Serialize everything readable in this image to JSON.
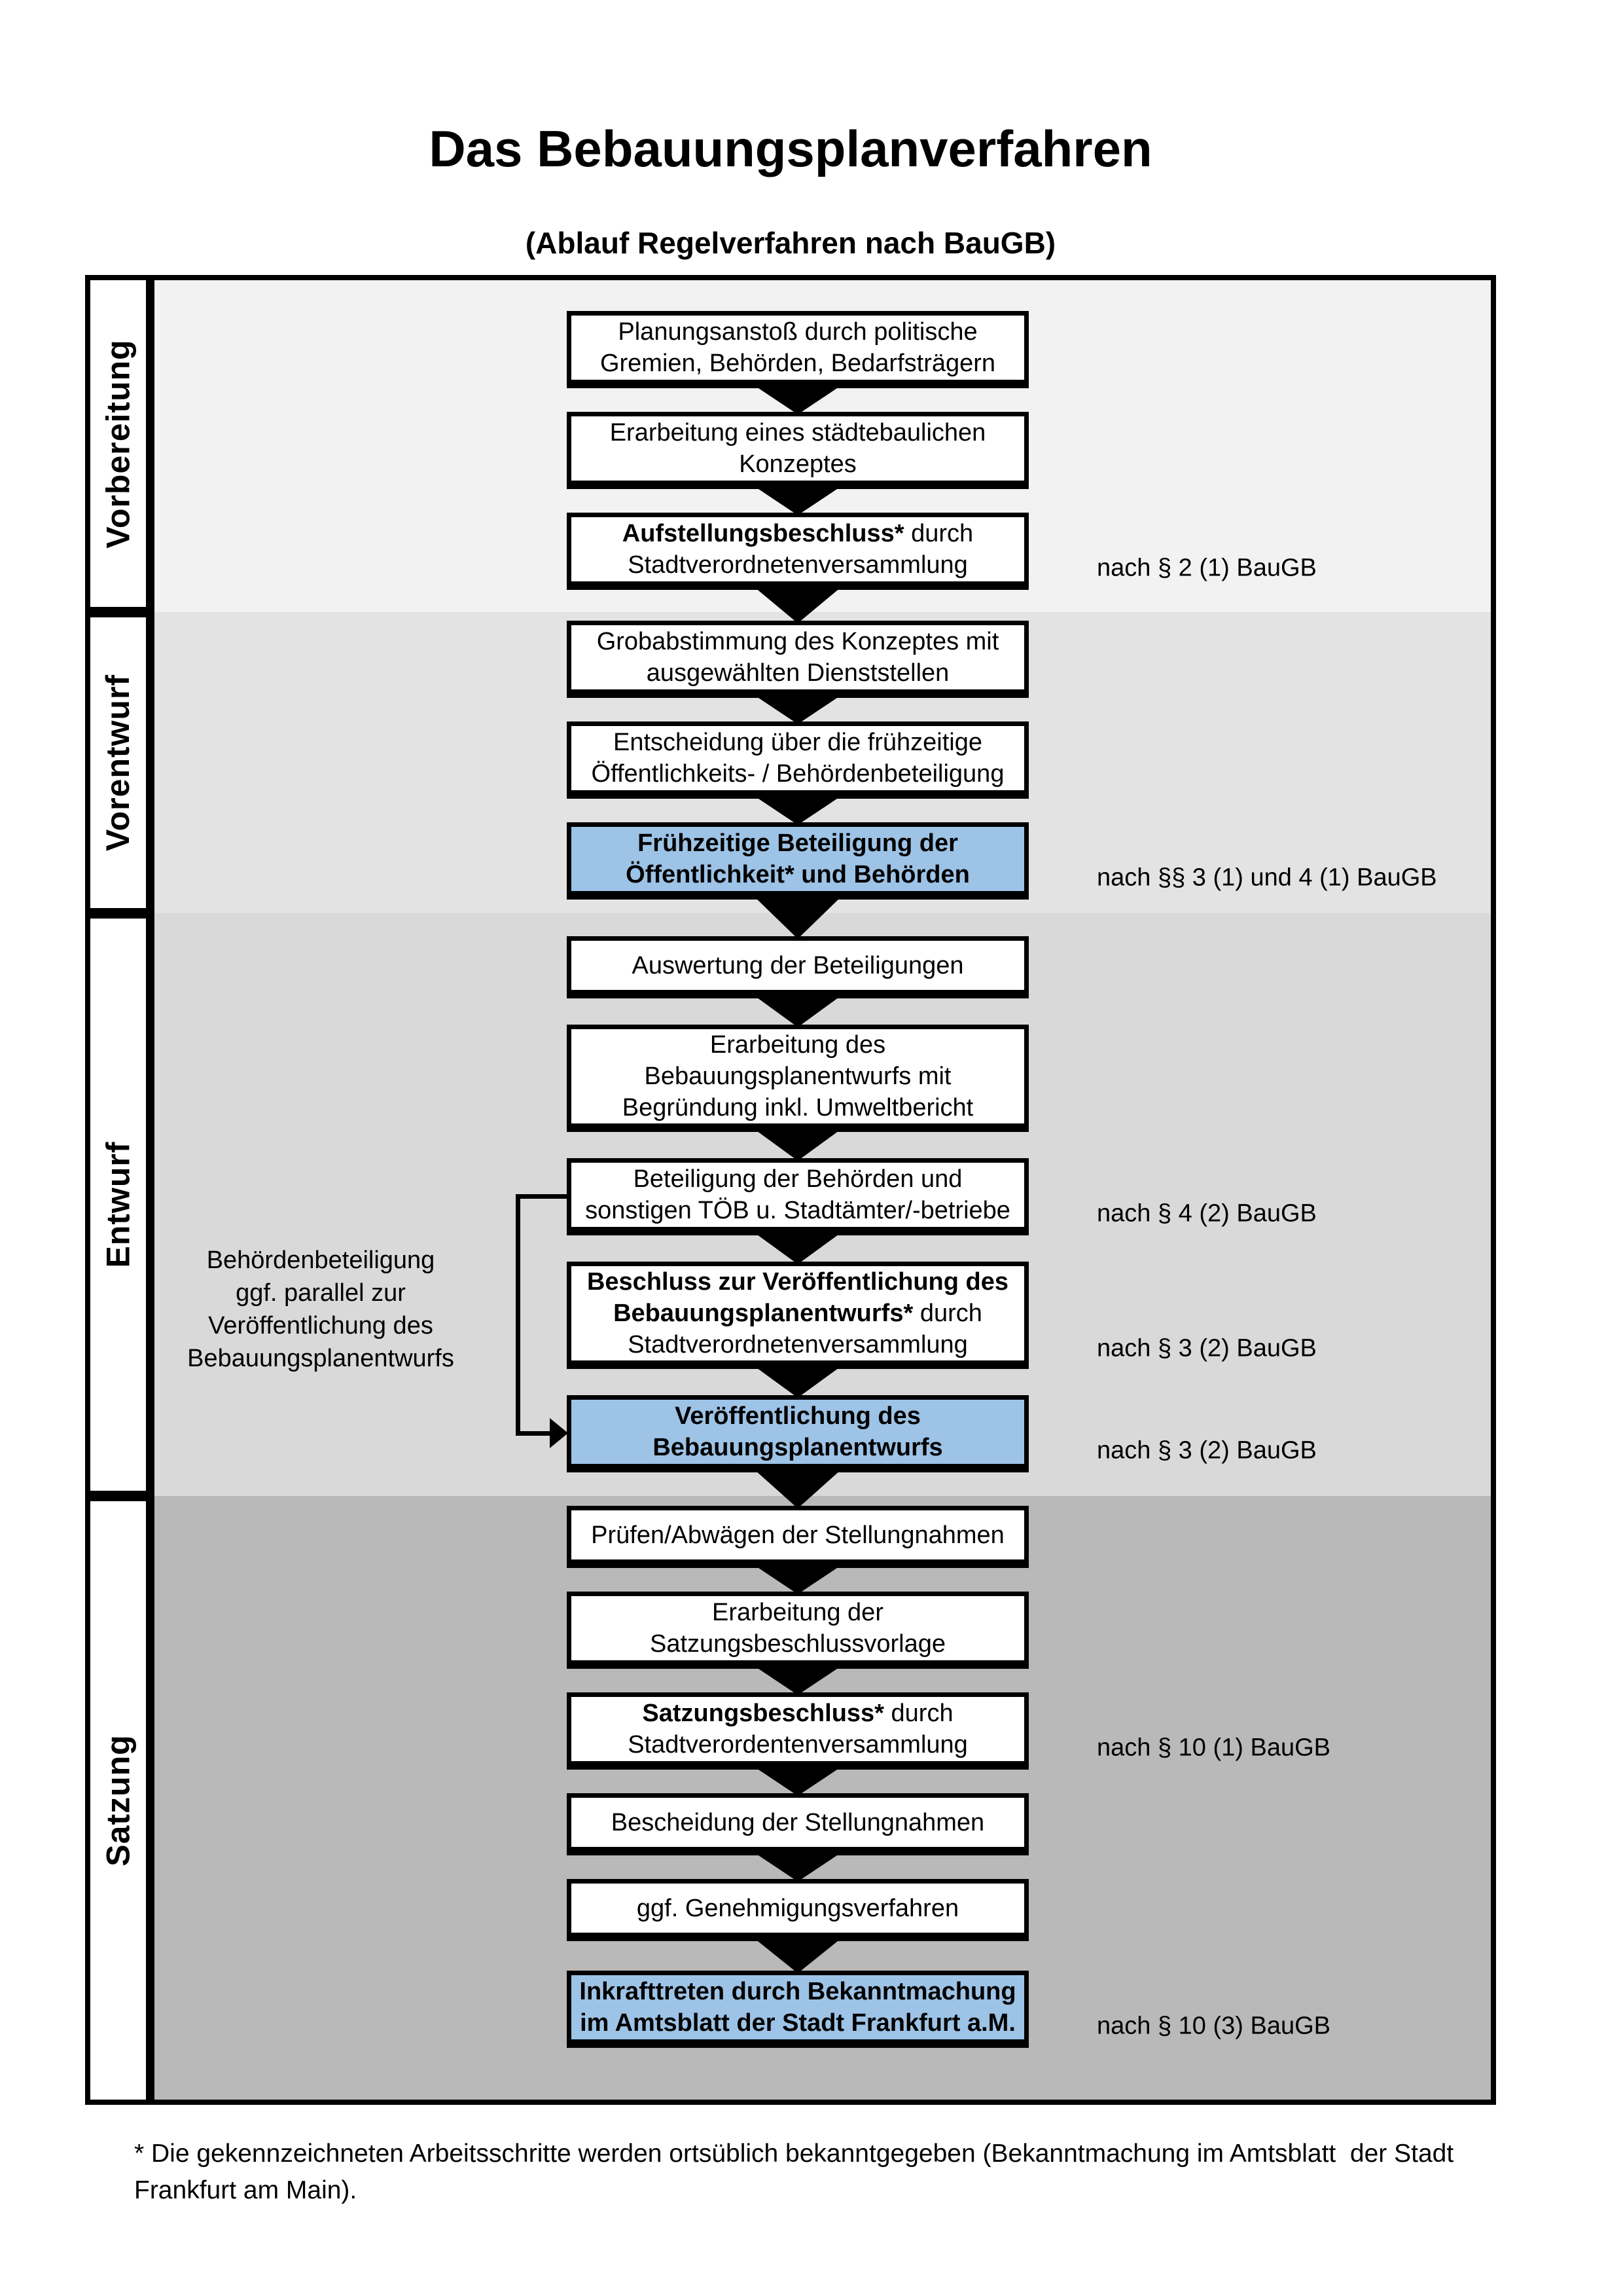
{
  "title": "Das Bebauungsplanverfahren",
  "subtitle": "(Ablauf Regelverfahren nach BauGB)",
  "colors": {
    "highlight_blue": "#9dc3e6",
    "border_black": "#000000",
    "section_vorbereitung_bg": "#f2f2f2",
    "section_vorentwurf_bg": "#e3e3e3",
    "section_entwurf_bg": "#d9d9d9",
    "section_satzung_bg": "#b9b9b9"
  },
  "sections": [
    {
      "id": "vorbereitung",
      "label": "Vorbereitung",
      "bg": "#f2f2f2"
    },
    {
      "id": "vorentwurf",
      "label": "Vorentwurf",
      "bg": "#e3e3e3"
    },
    {
      "id": "entwurf",
      "label": "Entwurf",
      "bg": "#d9d9d9"
    },
    {
      "id": "satzung",
      "label": "Satzung",
      "bg": "#b9b9b9"
    }
  ],
  "boxes": [
    {
      "id": "b1",
      "style": "white",
      "lines": [
        [
          {
            "t": "Planungsanstoß durch politische"
          }
        ],
        [
          {
            "t": "Gremien, Behörden, Bedarfsträgern"
          }
        ]
      ]
    },
    {
      "id": "b2",
      "style": "white",
      "lines": [
        [
          {
            "t": "Erarbeitung eines städtebaulichen"
          }
        ],
        [
          {
            "t": "Konzeptes"
          }
        ]
      ]
    },
    {
      "id": "b3",
      "style": "white",
      "lines": [
        [
          {
            "t": "Aufstellungsbeschluss*",
            "b": true
          },
          {
            "t": " durch"
          }
        ],
        [
          {
            "t": "Stadtverordnetenversammlung"
          }
        ]
      ]
    },
    {
      "id": "b4",
      "style": "white",
      "lines": [
        [
          {
            "t": "Grobabstimmung des Konzeptes mit"
          }
        ],
        [
          {
            "t": "ausgewählten Dienststellen"
          }
        ]
      ]
    },
    {
      "id": "b5",
      "style": "white",
      "lines": [
        [
          {
            "t": "Entscheidung über die frühzeitige"
          }
        ],
        [
          {
            "t": "Öffentlichkeits- / Behördenbeteiligung"
          }
        ]
      ]
    },
    {
      "id": "b6",
      "style": "blue",
      "lines": [
        [
          {
            "t": "Frühzeitige Beteiligung der",
            "b": true
          }
        ],
        [
          {
            "t": "Öffentlichkeit* und Behörden",
            "b": true
          }
        ]
      ]
    },
    {
      "id": "b7",
      "style": "white",
      "lines": [
        [
          {
            "t": "Auswertung der Beteiligungen"
          }
        ]
      ]
    },
    {
      "id": "b8",
      "style": "white",
      "lines": [
        [
          {
            "t": "Erarbeitung des"
          }
        ],
        [
          {
            "t": "Bebauungsplanentwurfs mit"
          }
        ],
        [
          {
            "t": "Begründung inkl. Umweltbericht"
          }
        ]
      ]
    },
    {
      "id": "b9",
      "style": "white",
      "lines": [
        [
          {
            "t": "Beteiligung der Behörden und"
          }
        ],
        [
          {
            "t": "sonstigen TÖB u. Stadtämter/-betriebe"
          }
        ]
      ]
    },
    {
      "id": "b10",
      "style": "white",
      "lines": [
        [
          {
            "t": "Beschluss zur Veröffentlichung des",
            "b": true
          }
        ],
        [
          {
            "t": "Bebauungsplanentwurfs*",
            "b": true
          },
          {
            "t": " durch"
          }
        ],
        [
          {
            "t": "Stadtverordnetenversammlung"
          }
        ]
      ]
    },
    {
      "id": "b11",
      "style": "blue",
      "lines": [
        [
          {
            "t": "Veröffentlichung des",
            "b": true
          }
        ],
        [
          {
            "t": "Bebauungsplanentwurfs",
            "b": true
          }
        ]
      ]
    },
    {
      "id": "b12",
      "style": "white",
      "lines": [
        [
          {
            "t": "Prüfen/Abwägen der Stellungnahmen"
          }
        ]
      ]
    },
    {
      "id": "b13",
      "style": "white",
      "lines": [
        [
          {
            "t": "Erarbeitung der"
          }
        ],
        [
          {
            "t": "Satzungsbeschlussvorlage"
          }
        ]
      ]
    },
    {
      "id": "b14",
      "style": "white",
      "lines": [
        [
          {
            "t": "Satzungsbeschluss*",
            "b": true
          },
          {
            "t": " durch"
          }
        ],
        [
          {
            "t": "Stadtverordentenversammlung"
          }
        ]
      ]
    },
    {
      "id": "b15",
      "style": "white",
      "lines": [
        [
          {
            "t": "Bescheidung der Stellungnahmen"
          }
        ]
      ]
    },
    {
      "id": "b16",
      "style": "white",
      "lines": [
        [
          {
            "t": "ggf. Genehmigungsverfahren"
          }
        ]
      ]
    },
    {
      "id": "b17",
      "style": "blue",
      "lines": [
        [
          {
            "t": "Inkrafttreten",
            "b": true
          },
          {
            "t": " durch Bekanntmachung"
          }
        ],
        [
          {
            "t": "im Amtsblatt der Stadt Frankfurt a.M."
          }
        ]
      ]
    }
  ],
  "annotations": [
    {
      "id": "a1",
      "text": "nach § 2 (1) BauGB"
    },
    {
      "id": "a2",
      "text": "nach §§ 3 (1) und 4 (1) BauGB"
    },
    {
      "id": "a3",
      "text": "nach § 4 (2) BauGB"
    },
    {
      "id": "a4",
      "text": "nach § 3 (2) BauGB"
    },
    {
      "id": "a5",
      "text": "nach § 3 (2) BauGB"
    },
    {
      "id": "a6",
      "text": "nach § 10 (1) BauGB"
    },
    {
      "id": "a7",
      "text": "nach § 10 (3) BauGB"
    }
  ],
  "side_note": {
    "lines": [
      "Behördenbeteiligung",
      "ggf. parallel zur",
      "Veröffentlichung des",
      "Bebauungsplanentwurfs"
    ]
  },
  "footnote": {
    "lines": [
      "* Die gekennzeichneten Arbeitsschritte werden ortsüblich bekanntgegeben (Bekanntmachung im Amtsblatt  der Stadt",
      "Frankfurt am Main)."
    ]
  }
}
